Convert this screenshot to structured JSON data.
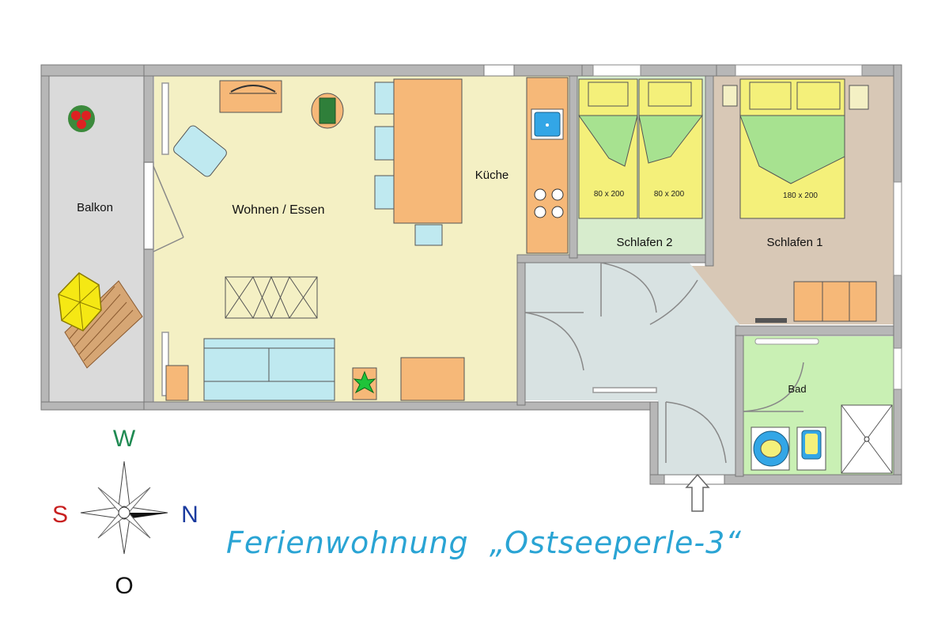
{
  "title": "Ferienwohnung  „Ostseeperle-3“",
  "rooms": {
    "balkon": "Balkon",
    "wohnen": "Wohnen / Essen",
    "kueche": "Küche",
    "schlafen2": "Schlafen 2",
    "schlafen1": "Schlafen 1",
    "bad": "Bad"
  },
  "beds": {
    "single_a": "80 x 200",
    "single_b": "80 x 200",
    "double": "180 x 200"
  },
  "compass": {
    "north": "N",
    "south": "S",
    "west": "W",
    "east": "O"
  },
  "colors": {
    "living": "#f4f0c4",
    "kitchen_counter": "#f6b878",
    "bedroom2": "#d7eccd",
    "bedroom1": "#d8c8b6",
    "hall": "#d8e2e2",
    "bath": "#c9f0b4",
    "balcony": "#dadada",
    "title": "#2aa4d4"
  }
}
